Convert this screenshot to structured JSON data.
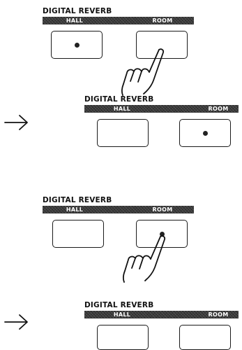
{
  "panels": [
    {
      "title": "DIGITAL REVERB",
      "buttons": [
        {
          "label": "HALL",
          "indicator": "on"
        },
        {
          "label": "ROOM",
          "indicator": "off"
        }
      ],
      "hand_pressing": "ROOM",
      "arrow": false
    },
    {
      "title": "DIGITAL REVERB",
      "buttons": [
        {
          "label": "HALL",
          "indicator": "off"
        },
        {
          "label": "ROOM",
          "indicator": "on"
        }
      ],
      "hand_pressing": null,
      "arrow": true
    },
    {
      "title": "DIGITAL REVERB",
      "buttons": [
        {
          "label": "HALL",
          "indicator": "off"
        },
        {
          "label": "ROOM",
          "indicator": "on"
        }
      ],
      "hand_pressing": "ROOM",
      "arrow": false
    },
    {
      "title": "DIGITAL REVERB",
      "buttons": [
        {
          "label": "HALL",
          "indicator": "off"
        },
        {
          "label": "ROOM",
          "indicator": "off"
        }
      ],
      "hand_pressing": null,
      "arrow": true
    }
  ],
  "arrow_symbol": "→"
}
